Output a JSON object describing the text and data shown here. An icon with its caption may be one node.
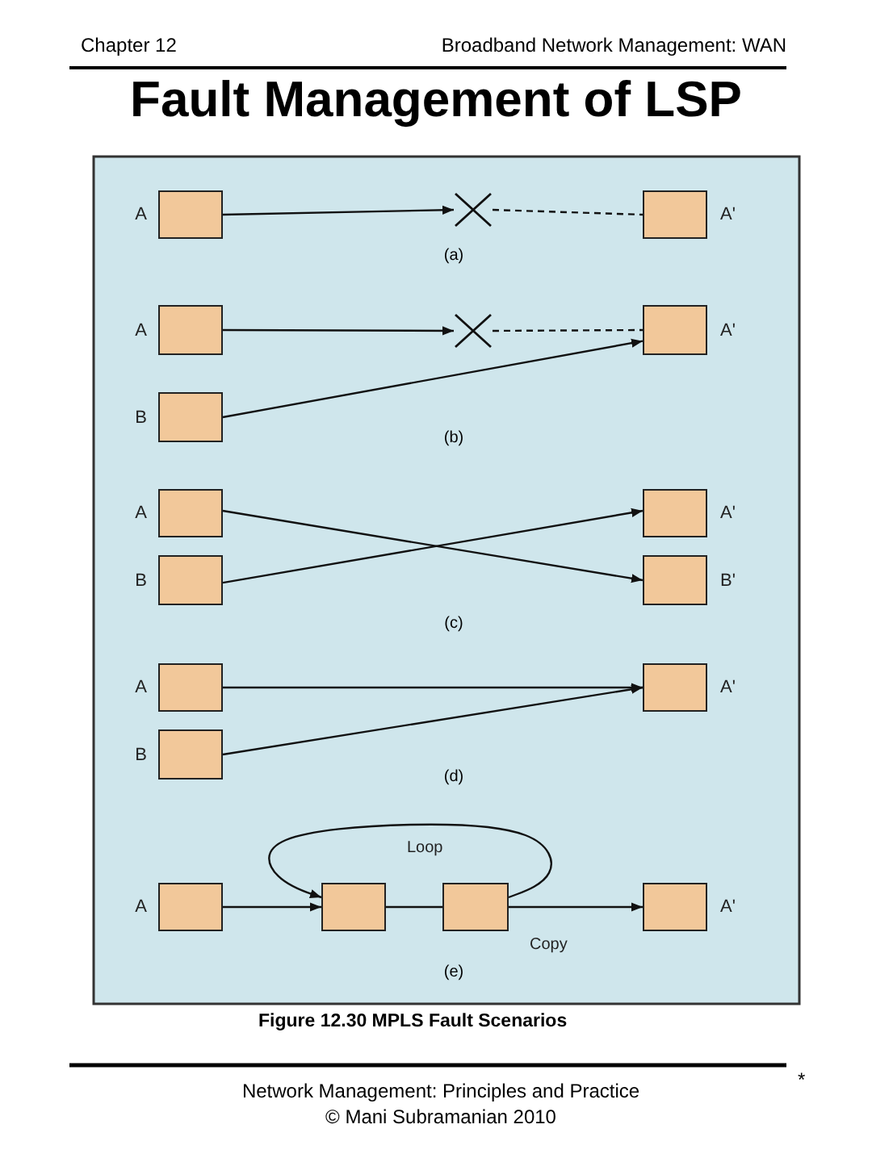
{
  "diagram": {
    "title": "Fault Management of LSP",
    "caption": "Figure 12.30 MPLS Fault Scenarios",
    "nodes": [
      {
        "text": [],
        "shape": "box",
        "beside": [
          "A"
        ]
      },
      {
        "text": [],
        "shape": "cross"
      },
      {
        "text": [],
        "shape": "box",
        "beside": [
          "A'"
        ]
      },
      {
        "text": [],
        "shape": "box",
        "beside": [
          "A"
        ]
      },
      {
        "text": [],
        "shape": "cross"
      },
      {
        "text": [],
        "shape": "box",
        "beside": [
          "A'"
        ]
      },
      {
        "text": [],
        "shape": "box",
        "beside": [
          "B"
        ]
      },
      {
        "text": [],
        "shape": "box",
        "beside": [
          "A"
        ]
      },
      {
        "text": [],
        "shape": "box",
        "beside": [
          "B"
        ]
      },
      {
        "text": [],
        "shape": "box",
        "beside": [
          "A'"
        ]
      },
      {
        "text": [],
        "shape": "box",
        "beside": [
          "B'"
        ]
      },
      {
        "text": [],
        "shape": "box",
        "beside": [
          "A"
        ]
      },
      {
        "text": [],
        "shape": "box",
        "beside": [
          "B"
        ]
      },
      {
        "text": [],
        "shape": "box",
        "beside": [
          "A'"
        ]
      },
      {
        "text": [],
        "shape": "box",
        "beside": [
          "A"
        ]
      },
      {
        "text": [],
        "shape": "box"
      },
      {
        "text": [],
        "shape": "box"
      },
      {
        "text": [],
        "shape": "box",
        "beside": [
          "A'"
        ]
      }
    ],
    "edges": [
      {
        "from": 0,
        "to": 1,
        "arrow": "to"
      },
      {
        "from": 1,
        "to": 2,
        "arrow": "none",
        "style": "dashed"
      },
      {
        "from": 3,
        "to": 4,
        "arrow": "to"
      },
      {
        "from": 4,
        "to": 5,
        "arrow": "none",
        "style": "dashed"
      },
      {
        "from": 6,
        "to": 5,
        "arrow": "to"
      },
      {
        "from": 7,
        "to": 10,
        "arrow": "to"
      },
      {
        "from": 8,
        "to": 9,
        "arrow": "to"
      },
      {
        "from": 11,
        "to": 13,
        "arrow": "to"
      },
      {
        "from": 12,
        "to": 13,
        "arrow": "to"
      },
      {
        "from": 14,
        "to": 15,
        "arrow": "to"
      },
      {
        "from": 15,
        "to": 16,
        "arrow": "none"
      },
      {
        "from": 16,
        "to": 17,
        "arrow": "to",
        "label": "Copy"
      },
      {
        "from": 16,
        "to": 15,
        "arrow": "to",
        "label": "Loop"
      }
    ],
    "labels": [
      "Chapter 12",
      "Broadband Network Management: WAN",
      "(a)",
      "(b)",
      "(c)",
      "(d)",
      "(e)",
      "Network Management: Principles and Practice",
      "© Mani Subramanian 2010",
      "*"
    ]
  }
}
